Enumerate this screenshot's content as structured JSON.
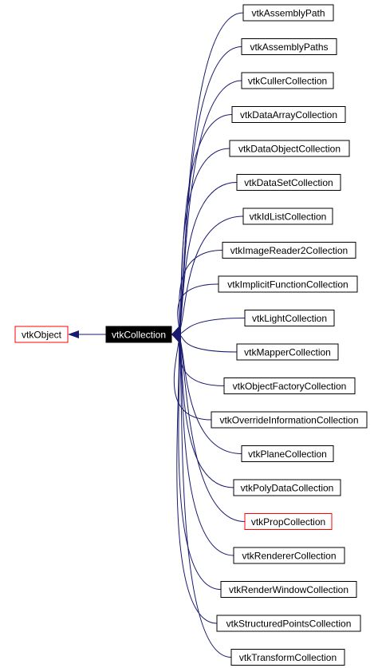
{
  "diagram": {
    "root": {
      "label": "vtkObject",
      "style": "red-border"
    },
    "center": {
      "label": "vtkCollection",
      "style": "filled-black"
    },
    "children": [
      {
        "label": "vtkAssemblyPath",
        "style": "black-border"
      },
      {
        "label": "vtkAssemblyPaths",
        "style": "black-border"
      },
      {
        "label": "vtkCullerCollection",
        "style": "black-border"
      },
      {
        "label": "vtkDataArrayCollection",
        "style": "black-border"
      },
      {
        "label": "vtkDataObjectCollection",
        "style": "black-border"
      },
      {
        "label": "vtkDataSetCollection",
        "style": "black-border"
      },
      {
        "label": "vtkIdListCollection",
        "style": "black-border"
      },
      {
        "label": "vtkImageReader2Collection",
        "style": "black-border"
      },
      {
        "label": "vtkImplicitFunctionCollection",
        "style": "black-border"
      },
      {
        "label": "vtkLightCollection",
        "style": "black-border"
      },
      {
        "label": "vtkMapperCollection",
        "style": "black-border"
      },
      {
        "label": "vtkObjectFactoryCollection",
        "style": "black-border"
      },
      {
        "label": "vtkOverrideInformationCollection",
        "style": "black-border"
      },
      {
        "label": "vtkPlaneCollection",
        "style": "black-border"
      },
      {
        "label": "vtkPolyDataCollection",
        "style": "black-border"
      },
      {
        "label": "vtkPropCollection",
        "style": "red-border"
      },
      {
        "label": "vtkRendererCollection",
        "style": "black-border"
      },
      {
        "label": "vtkRenderWindowCollection",
        "style": "black-border"
      },
      {
        "label": "vtkStructuredPointsCollection",
        "style": "black-border"
      },
      {
        "label": "vtkTransformCollection",
        "style": "black-border"
      }
    ],
    "colors": {
      "edge": "#191970",
      "red_border": "#ff0000",
      "black_border": "#000000",
      "center_fill": "#000000",
      "center_text": "#ffffff",
      "text": "#000000"
    }
  }
}
